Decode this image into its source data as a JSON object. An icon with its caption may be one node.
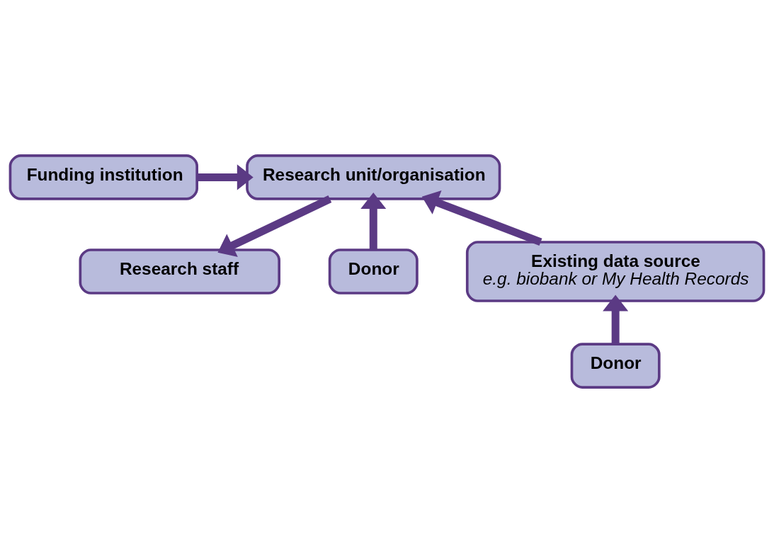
{
  "diagram": {
    "nodes": [
      {
        "text": [
          "Research unit/organisation"
        ]
      },
      {
        "text": [
          "Funding institution"
        ]
      },
      {
        "text": [
          "Research staff"
        ]
      },
      {
        "text": [
          "Donor"
        ]
      },
      {
        "text": [
          "Existing data source",
          "e.g. biobank or My Health Records"
        ]
      },
      {
        "text": [
          "Donor"
        ]
      }
    ],
    "edges": [
      {
        "from": 1,
        "to": 0,
        "arrow": "to"
      },
      {
        "from": 0,
        "to": 2,
        "arrow": "to"
      },
      {
        "from": 3,
        "to": 0,
        "arrow": "to"
      },
      {
        "from": 4,
        "to": 0,
        "arrow": "to"
      },
      {
        "from": 5,
        "to": 4,
        "arrow": "to"
      }
    ]
  }
}
